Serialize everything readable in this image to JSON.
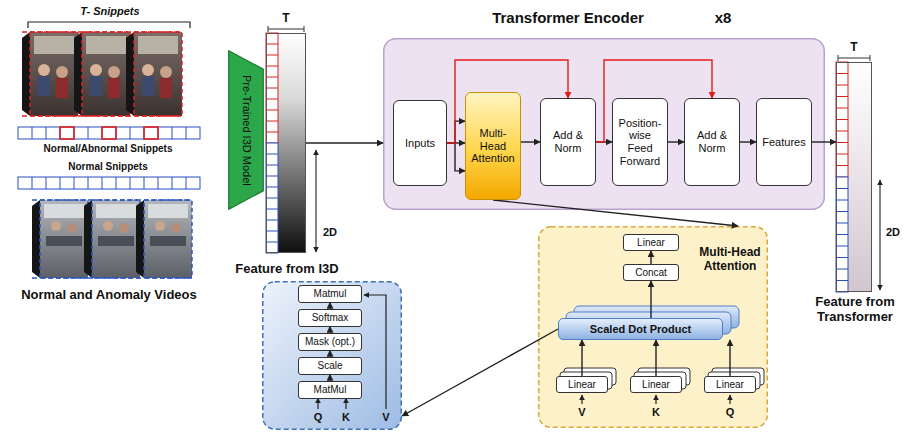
{
  "diagram": {
    "nodes": [
      {
        "text": [
          "Pre-Trained I3D Model"
        ]
      },
      {
        "text": [
          "Feature from I3D"
        ]
      },
      {
        "text": [
          "Transformer Encoder",
          "x8"
        ]
      },
      {
        "text": [
          "Inputs"
        ],
        "in": 2
      },
      {
        "text": [
          "Multi-Head Attention"
        ],
        "in": 2
      },
      {
        "text": [
          "Add & Norm"
        ],
        "in": 2
      },
      {
        "text": [
          "Position-wise Feed Forward"
        ],
        "in": 2
      },
      {
        "text": [
          "Add & Norm"
        ],
        "in": 2
      },
      {
        "text": [
          "Features"
        ],
        "in": 2
      },
      {
        "text": [
          "Feature from Transformer"
        ]
      },
      {
        "text": [
          "Q",
          "K",
          "V"
        ]
      },
      {
        "text": [
          "Matmul"
        ],
        "in": 10
      },
      {
        "text": [
          "Softmax"
        ],
        "in": 10
      },
      {
        "text": [
          "Mask (opt.)"
        ],
        "in": 10
      },
      {
        "text": [
          "Scale"
        ],
        "in": 10
      },
      {
        "text": [
          "MatMul"
        ],
        "in": 10
      },
      {
        "text": [
          "Multi-Head Attention",
          "V",
          "K",
          "Q"
        ]
      },
      {
        "text": [
          "Linear"
        ],
        "in": 16
      },
      {
        "text": [
          "Concat"
        ],
        "in": 16
      },
      {
        "text": [
          "Scaled Dot Product"
        ],
        "in": 16
      },
      {
        "text": [
          "Linear"
        ],
        "in": 16
      },
      {
        "text": [
          "Linear"
        ],
        "in": 16
      },
      {
        "text": [
          "Linear"
        ],
        "in": 16
      }
    ],
    "edges": [
      {
        "from": 1,
        "to": 2,
        "arrow": "to"
      },
      {
        "from": 3,
        "to": 4,
        "arrow": "to"
      },
      {
        "from": 3,
        "to": 5,
        "arrow": "to"
      },
      {
        "from": 4,
        "to": 5,
        "arrow": "to"
      },
      {
        "from": 5,
        "to": 6,
        "arrow": "to"
      },
      {
        "from": 5,
        "to": 7,
        "arrow": "to"
      },
      {
        "from": 6,
        "to": 7,
        "arrow": "to"
      },
      {
        "from": 7,
        "to": 8,
        "arrow": "to"
      },
      {
        "from": 8,
        "to": 9,
        "arrow": "to"
      },
      {
        "from": 4,
        "to": 16,
        "arrow": "to"
      },
      {
        "from": 19,
        "to": 10,
        "arrow": "to"
      },
      {
        "from": 15,
        "to": 14,
        "arrow": "to"
      },
      {
        "from": 14,
        "to": 13,
        "arrow": "to"
      },
      {
        "from": 13,
        "to": 12,
        "arrow": "to"
      },
      {
        "from": 12,
        "to": 11,
        "arrow": "to"
      },
      {
        "from": 18,
        "to": 17,
        "arrow": "to"
      },
      {
        "from": 19,
        "to": 18,
        "arrow": "to"
      },
      {
        "from": 20,
        "to": 19,
        "arrow": "to"
      },
      {
        "from": 21,
        "to": 19,
        "arrow": "to"
      },
      {
        "from": 22,
        "to": 19,
        "arrow": "to"
      }
    ],
    "labels": [
      "T- Snippets",
      "Normal/Abnormal Snippets",
      "Normal Snippets",
      "Normal and Anomaly Videos",
      "T",
      "2D",
      "T",
      "2D"
    ]
  }
}
